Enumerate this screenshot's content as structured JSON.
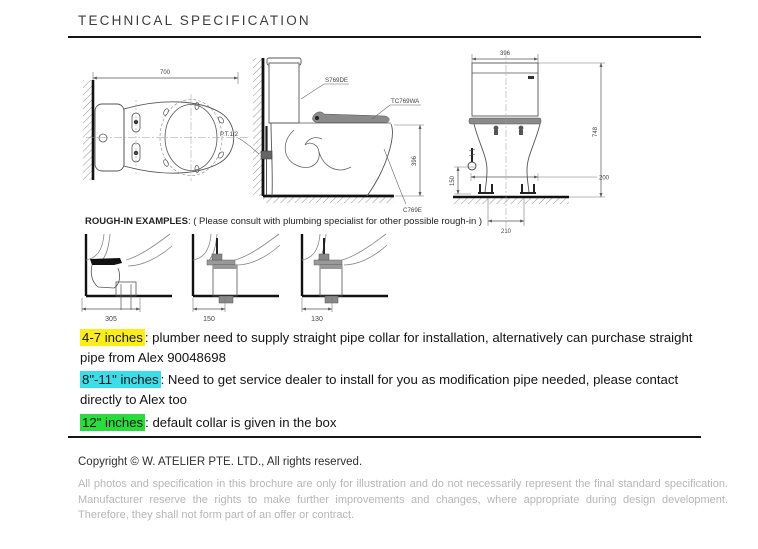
{
  "page": {
    "title": "TECHNICAL SPECIFICATION"
  },
  "rough_in": {
    "heading": "ROUGH-IN EXAMPLES",
    "note": ": ( Please consult with plumbing specialist for other possible rough-in )",
    "dims": [
      "305",
      "150",
      "130"
    ]
  },
  "drawings": {
    "top_view": {
      "width_dim": "700"
    },
    "side_view": {
      "tank_label": "S769DE",
      "seat_label": "TC769WA",
      "bowl_label": "C769E",
      "height_dim": "396",
      "pipe_label": "P.T.1/2"
    },
    "front_view": {
      "width_dim": "396",
      "height_dim": "748",
      "depth_dim": "200",
      "valve_height_dim": "150",
      "outlet_dim": "210"
    }
  },
  "notes": [
    {
      "label": "4-7 inches",
      "color": "#fbee16",
      "text": ": plumber need to supply straight pipe collar for installation, alternatively can purchase straight pipe from Alex 90048698"
    },
    {
      "label": "8\"-11\" inches",
      "color": "#3adde8",
      "text": ": Need to get service dealer to install for you as modification pipe needed, please contact directly to Alex too"
    },
    {
      "label": "12\" inches",
      "color": "#28dc3c",
      "text": ": default collar is given in the box"
    }
  ],
  "footer": {
    "copyright": "Copyright © W. ATELIER PTE. LTD., All rights reserved.",
    "disclaimer": "All photos and specification in this brochure are only for illustration and do not necessarily represent the final standard specification. Manufacturer reserve the rights to make further improvements and changes, where appropriate during design development. Therefore, they shall not form part of an offer or contract."
  }
}
